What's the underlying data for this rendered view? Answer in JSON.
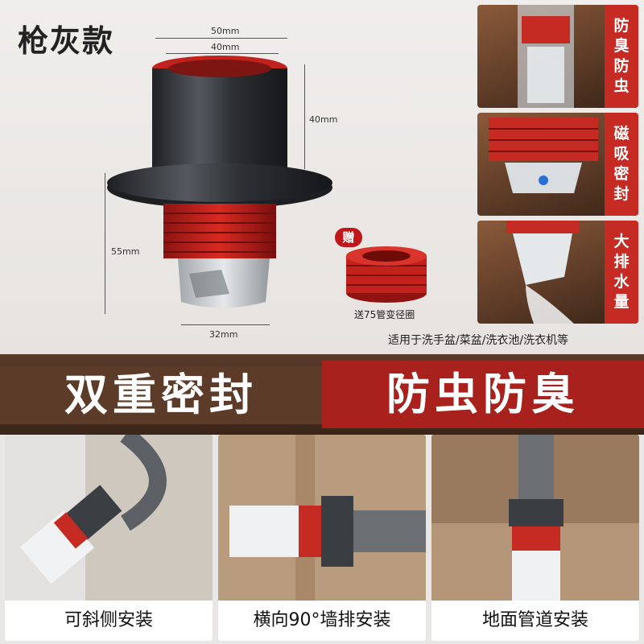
{
  "title": "枪灰款",
  "dimensions": {
    "outer_top": "50mm",
    "inner_top": "40mm",
    "body_height": "40mm",
    "thread_height": "55mm",
    "bottom_width": "32mm"
  },
  "gift": {
    "badge": "赠",
    "caption": "送75管变径圈"
  },
  "features": [
    {
      "label": "防臭防虫"
    },
    {
      "label": "磁吸密封"
    },
    {
      "label": "大排水量"
    }
  ],
  "usage_text": "适用于洗手盆/菜盆/洗衣池/洗衣机等",
  "banner": {
    "left": "双重密封",
    "right": "防虫防臭"
  },
  "installs": [
    {
      "caption": "可斜侧安装"
    },
    {
      "caption": "横向90°墙排安装"
    },
    {
      "caption": "地面管道安装"
    }
  ],
  "colors": {
    "accent_red": "#c52a23",
    "gunmetal": "#3a3d42",
    "banner_brown": "#5c3b29"
  }
}
